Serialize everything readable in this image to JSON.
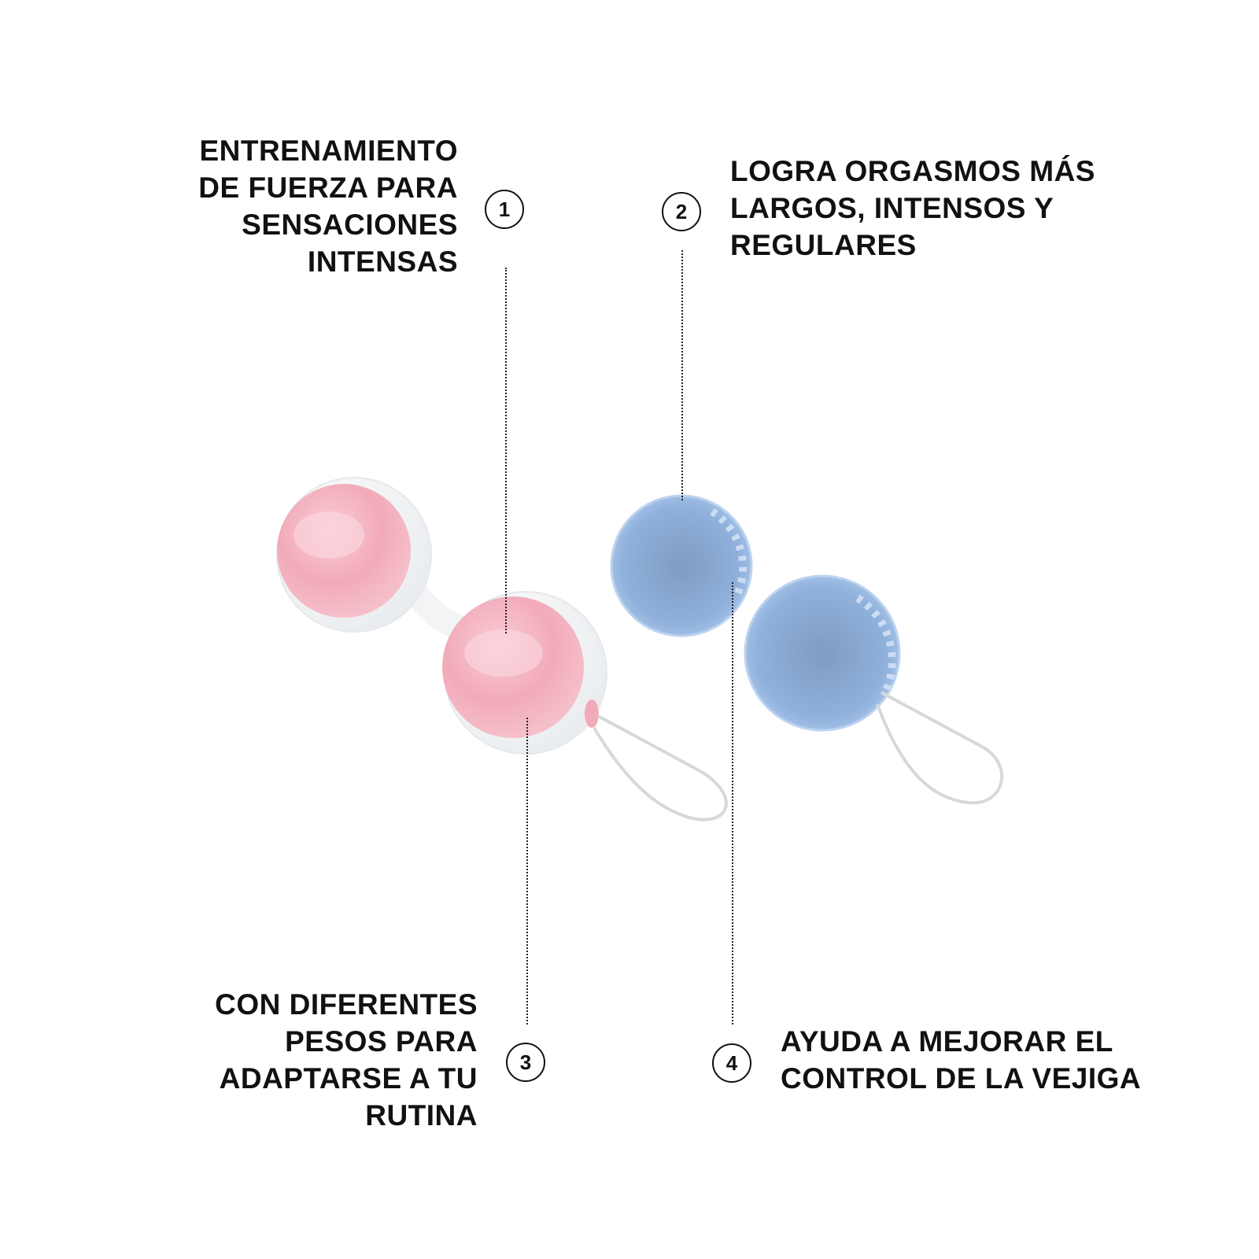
{
  "callouts": [
    {
      "number": "1",
      "lines": [
        "ENTRENAMIENTO",
        "DE FUERZA PARA",
        "SENSACIONES",
        "INTENSAS"
      ]
    },
    {
      "number": "2",
      "lines": [
        "LOGRA ORGASMOS MÁS",
        "LARGOS, INTENSOS Y",
        "REGULARES"
      ]
    },
    {
      "number": "3",
      "lines": [
        "CON DIFERENTES",
        "PESOS PARA",
        "ADAPTARSE A TU",
        "RUTINA"
      ]
    },
    {
      "number": "4",
      "lines": [
        "AYUDA A MEJORAR EL",
        "CONTROL DE LA VEJIGA"
      ]
    }
  ],
  "colors": {
    "pink_ball": "#f4b6c2",
    "blue_ball": "#a8c3e6",
    "text": "#111111"
  }
}
